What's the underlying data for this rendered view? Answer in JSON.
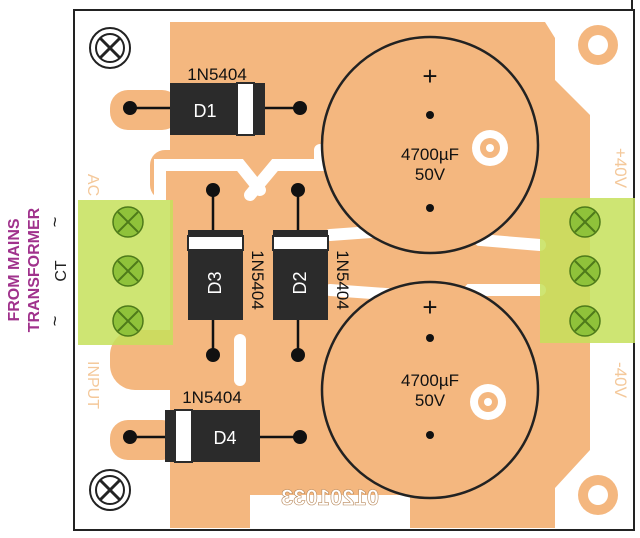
{
  "side_label": {
    "line1": "FROM MAINS",
    "line2": "TRANSFORMER",
    "tilde_top": "~",
    "ct": "CT",
    "tilde_bottom": "~"
  },
  "pcb": {
    "ac_label": "AC",
    "input_label": "INPUT",
    "pos_out_label": "+40V",
    "neg_out_label": "-40V",
    "board_code": "01201033"
  },
  "diodes": {
    "d1": {
      "name": "D1",
      "part": "1N5404"
    },
    "d2": {
      "name": "D2",
      "part": "1N5404"
    },
    "d3": {
      "name": "D3",
      "part": "1N5404"
    },
    "d4": {
      "name": "D4",
      "part": "1N5404"
    }
  },
  "capacitors": {
    "top": {
      "plus": "+",
      "value": "4700µF",
      "voltage": "50V"
    },
    "bottom": {
      "plus": "+",
      "value": "4700µF",
      "voltage": "50V"
    }
  },
  "colors": {
    "board": "#ffffff",
    "copper": "#f4b77f",
    "silkscreen": "#ffffff",
    "terminal_block": "#c5e05a",
    "terminal_screw": "#8fc23a",
    "component_body": "#2b2b2b",
    "side_label": "#a0328c"
  }
}
